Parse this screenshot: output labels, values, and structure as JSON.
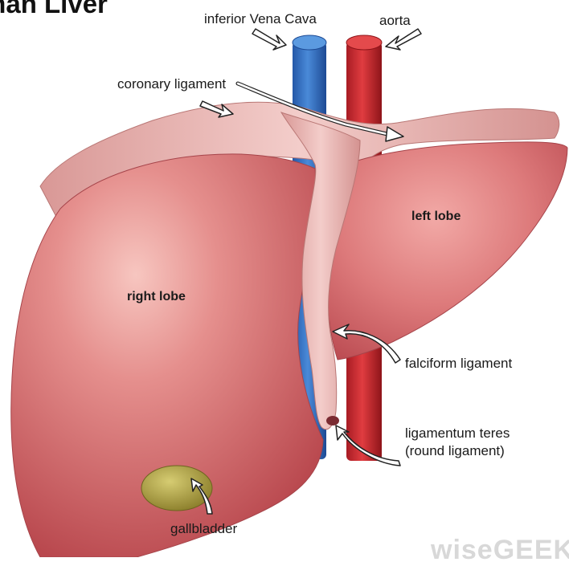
{
  "title": "man Liver",
  "labels": {
    "ivc": "inferior Vena Cava",
    "aorta": "aorta",
    "coronary": "coronary ligament",
    "left_lobe": "left lobe",
    "right_lobe": "right lobe",
    "falciform": "falciform ligament",
    "teres_1": "ligamentum teres",
    "teres_2": "(round ligament)",
    "gallbladder": "gallbladder"
  },
  "watermark": "wiseGEEK",
  "colors": {
    "liver": "#d86a6c",
    "liver_dark": "#b44a50",
    "ligament": "#eab5b3",
    "vena_cava": "#2f6fc0",
    "aorta": "#c8282e",
    "gallbladder": "#a89a3a"
  }
}
